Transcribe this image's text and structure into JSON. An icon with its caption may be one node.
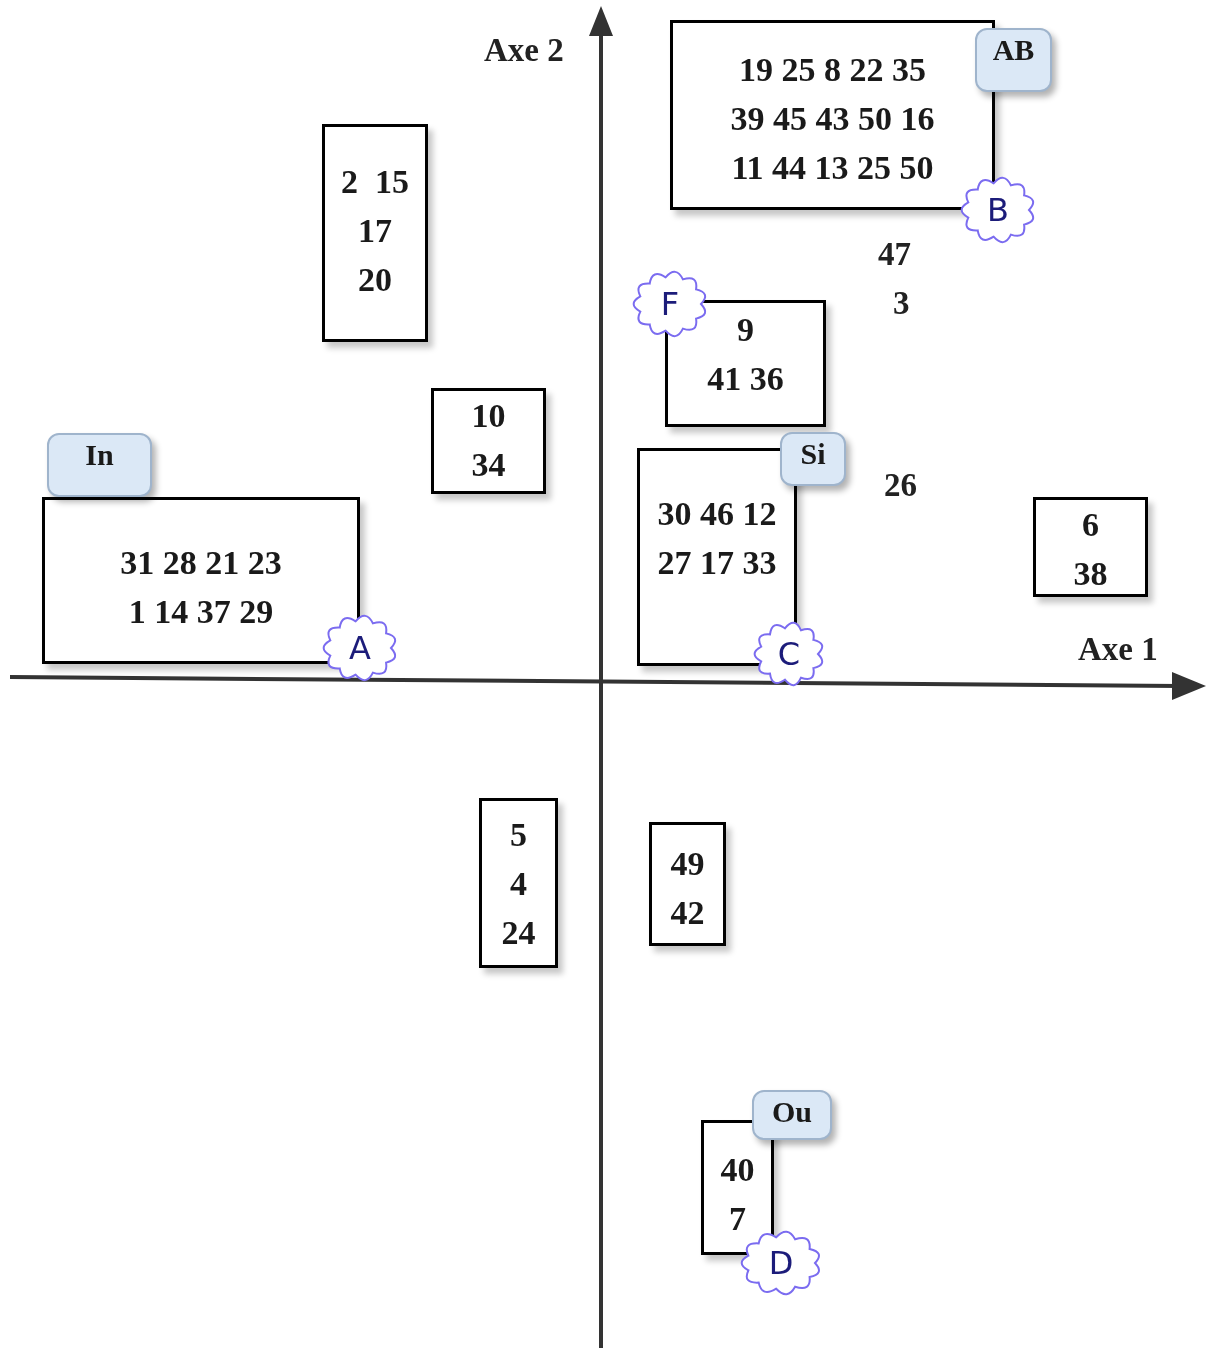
{
  "diagram": {
    "nodes": [
      {
        "text": [
          "19 25 8 22 35",
          "39 45 43 50 16",
          "11 44 13 25 50"
        ]
      },
      {
        "text": [
          "AB"
        ]
      },
      {
        "text": [
          "B"
        ]
      },
      {
        "text": [
          "2  15",
          "17",
          "20"
        ]
      },
      {
        "text": [
          "F"
        ]
      },
      {
        "text": [
          "9",
          "41 36"
        ]
      },
      {
        "text": [
          "10",
          "34"
        ]
      },
      {
        "text": [
          "In"
        ]
      },
      {
        "text": [
          "31 28 21 23",
          "1 14 37 29"
        ]
      },
      {
        "text": [
          "A"
        ]
      },
      {
        "text": [
          "Si"
        ]
      },
      {
        "text": [
          "30 46 12",
          "27 17 33"
        ]
      },
      {
        "text": [
          "C"
        ]
      },
      {
        "text": [
          "6",
          "38"
        ]
      },
      {
        "text": [
          "5",
          "4",
          "24"
        ]
      },
      {
        "text": [
          "49",
          "42"
        ]
      },
      {
        "text": [
          "Ou"
        ]
      },
      {
        "text": [
          "40",
          "7"
        ]
      },
      {
        "text": [
          "D"
        ]
      }
    ],
    "labels": [
      "Axe 2",
      "47",
      "3",
      "26",
      "Axe 1"
    ]
  }
}
